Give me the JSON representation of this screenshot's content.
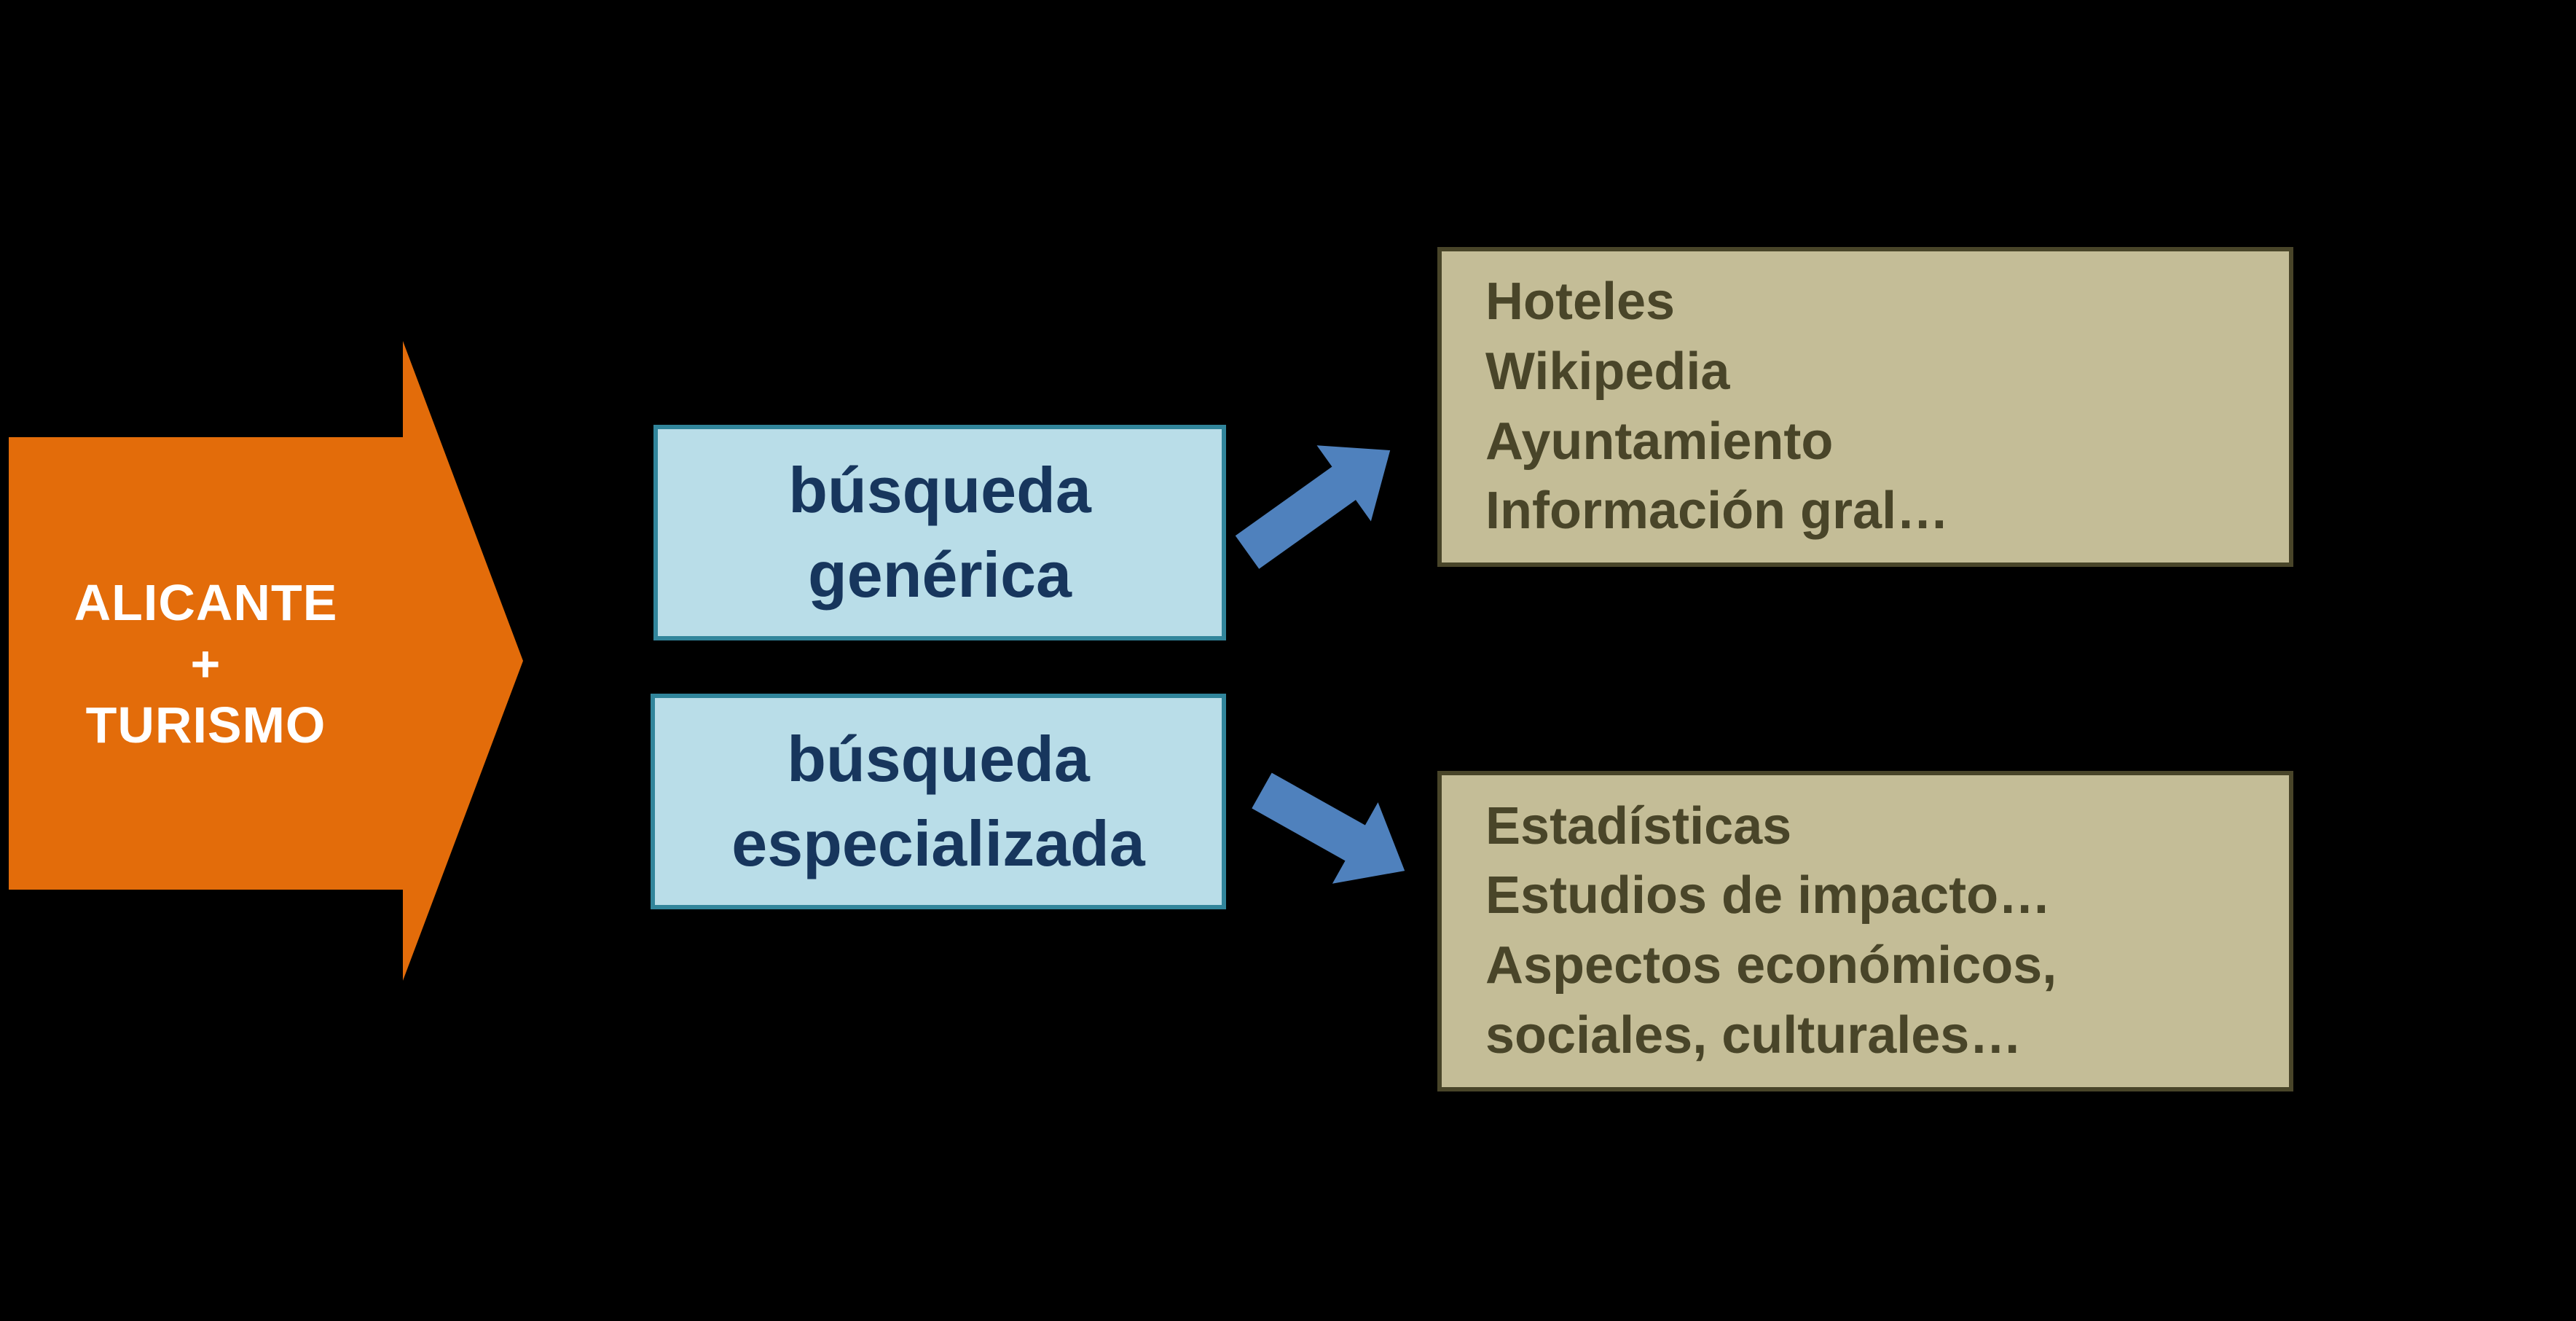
{
  "slide": {
    "background": "#000000"
  },
  "colors": {
    "orange": "#E36C0A",
    "blue_box_fill": "#B9DDE8",
    "blue_box_border": "#31859B",
    "blue_box_text": "#17365D",
    "tan_box_fill": "#C4BD97",
    "tan_box_border": "#494529",
    "tan_box_text": "#494529",
    "connector_blue": "#4F81BD",
    "arrow_text": "#FFFFFF"
  },
  "source_arrow": {
    "lines": [
      "ALICANTE",
      "+",
      "TURISMO"
    ]
  },
  "search_boxes": [
    {
      "id": "generic",
      "lines": [
        "búsqueda",
        "genérica"
      ]
    },
    {
      "id": "specialized",
      "lines": [
        "búsqueda",
        "especializada"
      ]
    }
  ],
  "result_boxes": [
    {
      "id": "generic-results",
      "lines": [
        "Hoteles",
        "Wikipedia",
        "Ayuntamiento",
        "Información gral…"
      ]
    },
    {
      "id": "specialized-results",
      "lines": [
        "Estadísticas",
        "Estudios de impacto…",
        "Aspectos económicos,",
        "sociales, culturales…"
      ]
    }
  ]
}
